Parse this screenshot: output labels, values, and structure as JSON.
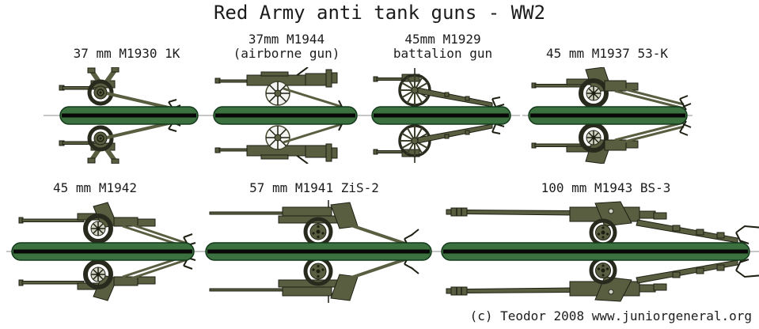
{
  "title": "Red Army anti tank guns - WW2",
  "credit": "(c) Teodor 2008 www.juniorgeneral.org",
  "colors": {
    "background": "#ffffff",
    "text_ink": "#1c1c1c",
    "base_green": "#3a713e",
    "base_edge": "#14381c",
    "stripe_black": "#080808",
    "fold_line": "#8f8f8f",
    "gun_olive": "#5a5e41",
    "gun_outline": "#1d1f12",
    "tire_dark": "#282a1e",
    "rim_light": "#d2d3c4",
    "wheel_white": "#f4f4f2"
  },
  "figures": [
    {
      "id": "37mm-m1930-1k",
      "label_lines": [
        "37 mm M1930 1K"
      ]
    },
    {
      "id": "37mm-m1944-airborne",
      "label_lines": [
        "37mm M1944",
        "(airborne gun)"
      ]
    },
    {
      "id": "45mm-m1929-battalion",
      "label_lines": [
        "45mm M1929",
        "battalion gun"
      ]
    },
    {
      "id": "45mm-m1937-53k",
      "label_lines": [
        "45 mm M1937 53-K"
      ]
    },
    {
      "id": "45mm-m1942",
      "label_lines": [
        "45 mm M1942"
      ]
    },
    {
      "id": "57mm-m1941-zis2",
      "label_lines": [
        "57 mm M1941 ZiS-2"
      ]
    },
    {
      "id": "100mm-m1943-bs3",
      "label_lines": [
        "100 mm M1943 BS-3"
      ]
    }
  ]
}
